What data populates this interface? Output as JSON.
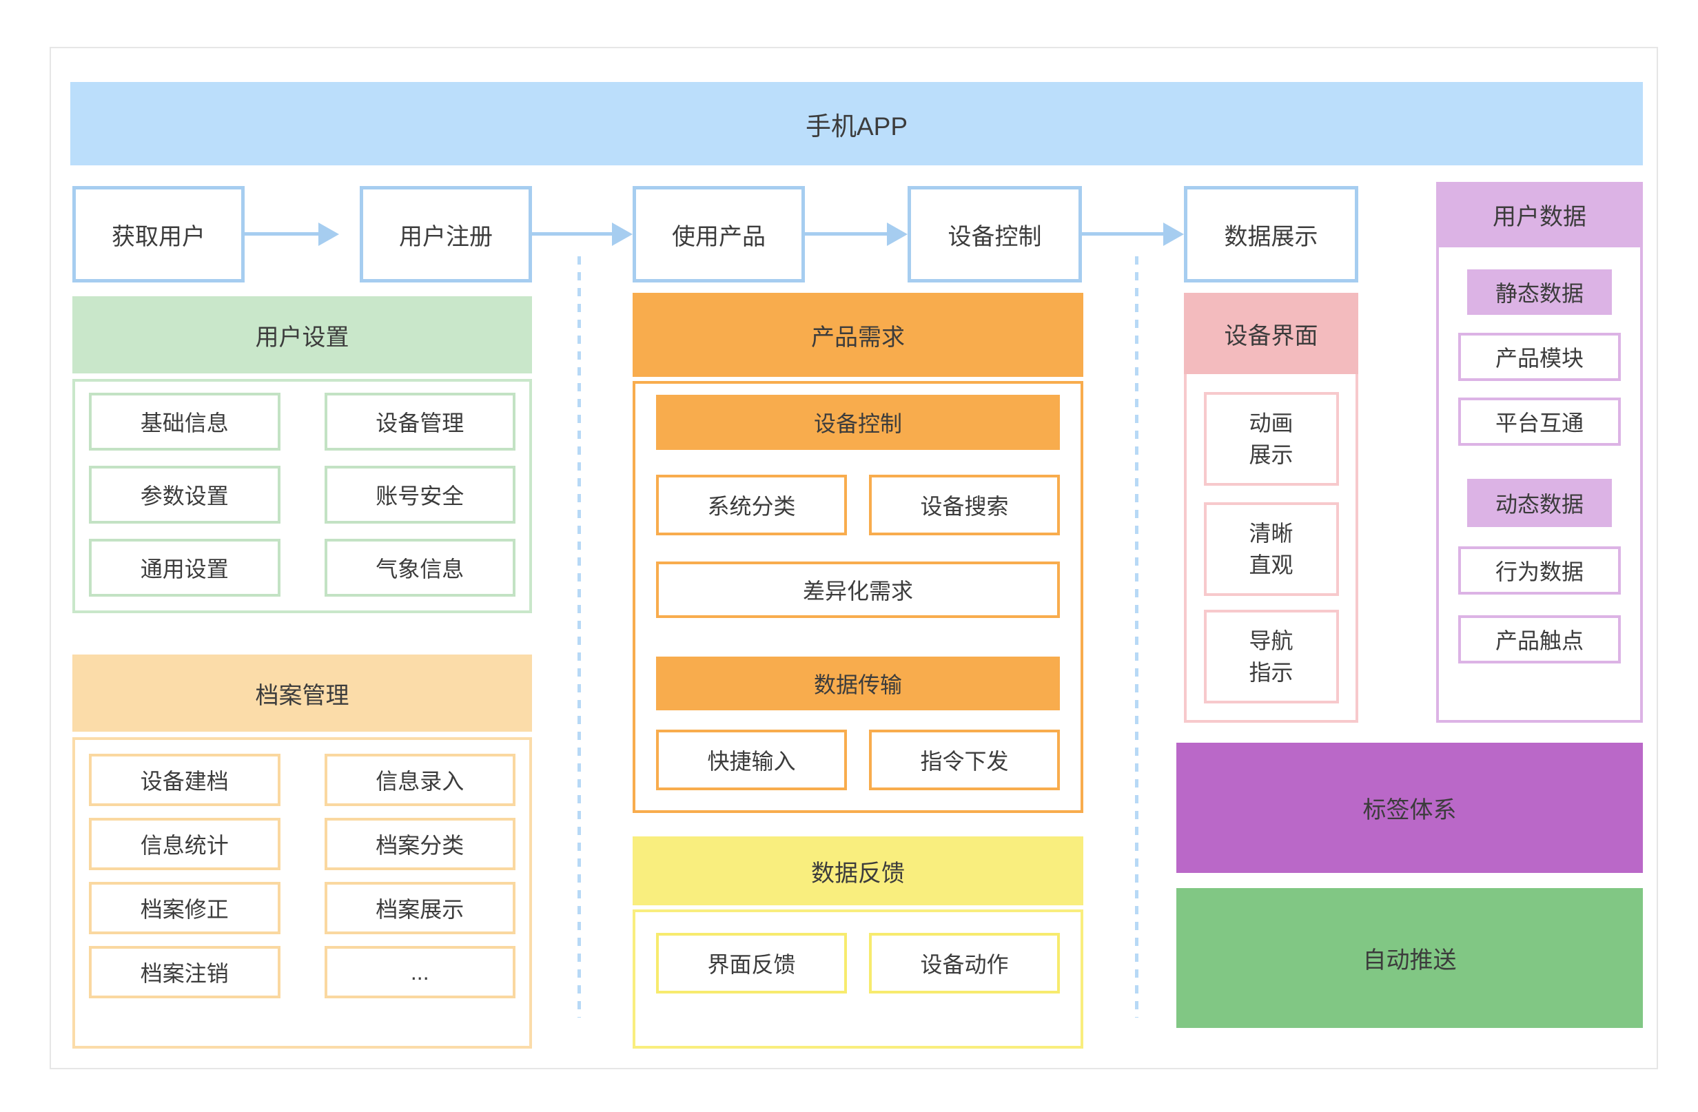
{
  "banner": {
    "title": "手机APP"
  },
  "flow": {
    "steps": [
      "获取用户",
      "用户注册",
      "使用产品",
      "设备控制",
      "数据展示"
    ]
  },
  "sections": {
    "user_settings": {
      "title": "用户设置",
      "items": [
        "基础信息",
        "设备管理",
        "参数设置",
        "账号安全",
        "通用设置",
        "气象信息"
      ]
    },
    "archive_management": {
      "title": "档案管理",
      "items": [
        "设备建档",
        "信息录入",
        "信息统计",
        "档案分类",
        "档案修正",
        "档案展示",
        "档案注销",
        "..."
      ]
    },
    "product_requirements": {
      "title": "产品需求",
      "subgroup1": {
        "title": "设备控制",
        "items": [
          "系统分类",
          "设备搜索"
        ]
      },
      "wide_item": "差异化需求",
      "subgroup2": {
        "title": "数据传输",
        "items": [
          "快捷输入",
          "指令下发"
        ]
      }
    },
    "data_feedback": {
      "title": "数据反馈",
      "items": [
        "界面反馈",
        "设备动作"
      ]
    },
    "device_interface": {
      "title": "设备界面",
      "items": [
        "动画\n展示",
        "清晰\n直观",
        "导航\n指示"
      ]
    },
    "user_data": {
      "title": "用户数据",
      "groups": [
        {
          "header": "静态数据",
          "items": [
            "产品模块",
            "平台互通"
          ]
        },
        {
          "header": "动态数据",
          "items": [
            "行为数据",
            "产品触点"
          ]
        }
      ]
    },
    "tag_system": {
      "title": "标签体系"
    },
    "auto_push": {
      "title": "自动推送"
    }
  },
  "colors": {
    "banner_blue": "#bbdefb",
    "flow_border_blue": "#a6cdf0",
    "dotted_blue": "#b7d9f6",
    "green_light": "#c9e7ca",
    "orange_light": "#fbdca9",
    "orange_strong": "#f8ac4d",
    "yellow": "#f9ee7e",
    "pink": "#f3bbbe",
    "purple_light": "#dcb3e5",
    "purple_strong": "#ba68c8",
    "green_strong": "#81c784",
    "text": "#3c3c3c"
  }
}
